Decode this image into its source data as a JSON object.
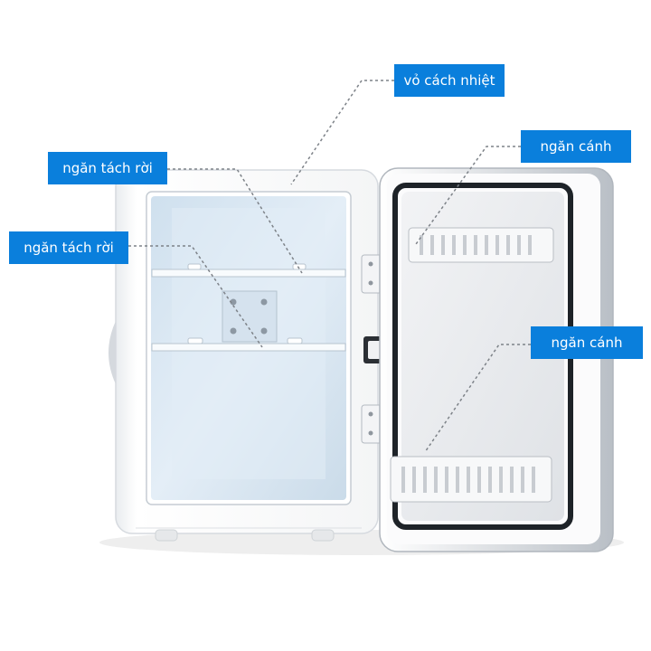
{
  "labels": {
    "insulation_shell": "vỏ cách nhiệt",
    "door_compartment_top": "ngăn cánh",
    "divider_top": "ngăn tách rời",
    "divider_bottom": "ngăn tách rời",
    "door_compartment_bottom": "ngăn cánh"
  },
  "colors": {
    "label_background": "#0a7fdc",
    "label_text": "#ffffff",
    "interior": "#dbe8f3",
    "gasket": "#1e2328"
  }
}
